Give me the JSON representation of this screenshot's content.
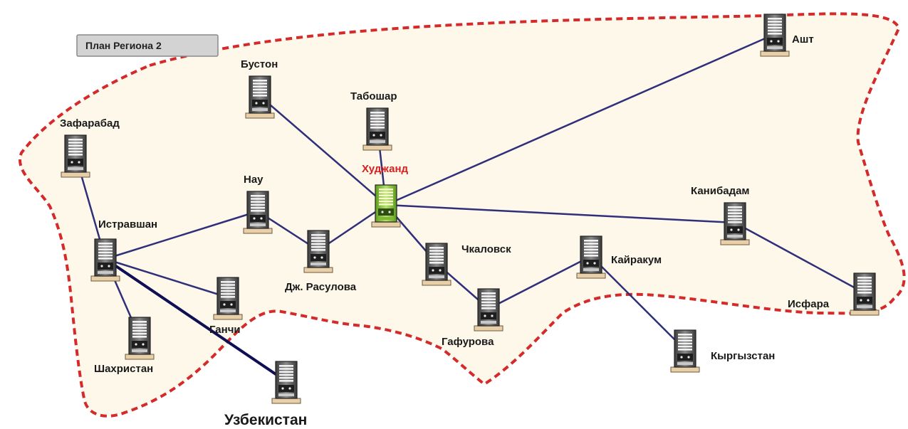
{
  "title": "План Региона 2",
  "colors": {
    "region_fill": "#fdf8ea",
    "region_border": "#d42a2a",
    "link": "#2f2f7a",
    "link_bold": "#0f0f55",
    "server": "#5a5a5a",
    "hub_server": "#8cc63f",
    "hub_label": "#d42020"
  },
  "nodes": [
    {
      "id": "ast",
      "label": "Ашт"
    },
    {
      "id": "buston",
      "label": "Бустон"
    },
    {
      "id": "taboshar",
      "label": "Табошар"
    },
    {
      "id": "zafarabad",
      "label": "Зафарабад"
    },
    {
      "id": "khujand",
      "label": "Худжанд"
    },
    {
      "id": "nau",
      "label": "Нау"
    },
    {
      "id": "istaravshan",
      "label": "Истравшан"
    },
    {
      "id": "kanibadam",
      "label": "Канибадам"
    },
    {
      "id": "chkalovsk",
      "label": "Чкаловск"
    },
    {
      "id": "kairakum",
      "label": "Кайракум"
    },
    {
      "id": "rasulova",
      "label": "Дж. Расулова"
    },
    {
      "id": "ganchi",
      "label": "Ганчи"
    },
    {
      "id": "isfara",
      "label": "Исфара"
    },
    {
      "id": "gafurova",
      "label": "Гафурова"
    },
    {
      "id": "kyrgyzstan",
      "label": "Кыргызстан"
    },
    {
      "id": "shakhristan",
      "label": "Шахристан"
    },
    {
      "id": "uzbekistan",
      "label": "Узбекистан"
    }
  ],
  "edges": [
    [
      "khujand",
      "ast"
    ],
    [
      "khujand",
      "buston"
    ],
    [
      "khujand",
      "taboshar"
    ],
    [
      "khujand",
      "kanibadam"
    ],
    [
      "khujand",
      "chkalovsk"
    ],
    [
      "khujand",
      "rasulova"
    ],
    [
      "rasulova",
      "nau"
    ],
    [
      "nau",
      "istaravshan"
    ],
    [
      "istaravshan",
      "zafarabad"
    ],
    [
      "istaravshan",
      "ganchi"
    ],
    [
      "istaravshan",
      "shakhristan"
    ],
    [
      "istaravshan",
      "uzbekistan"
    ],
    [
      "chkalovsk",
      "gafurova"
    ],
    [
      "gafurova",
      "kairakum"
    ],
    [
      "kairakum",
      "kyrgyzstan"
    ],
    [
      "kanibadam",
      "isfara"
    ]
  ]
}
